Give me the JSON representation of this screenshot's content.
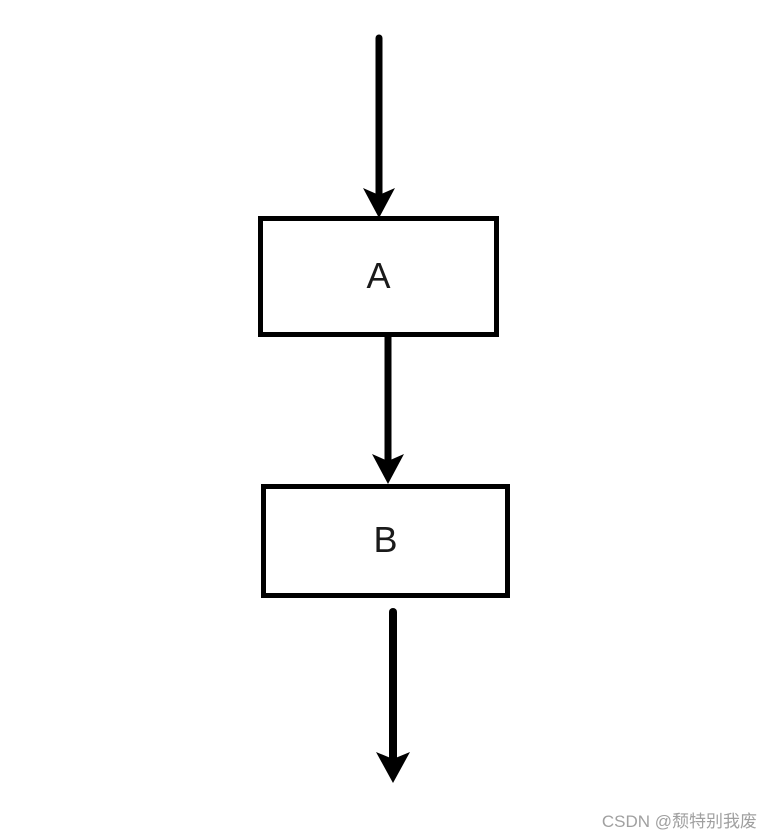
{
  "diagram": {
    "type": "flowchart",
    "direction": "top-down",
    "nodes": [
      {
        "id": "A",
        "label": "A",
        "shape": "rectangle"
      },
      {
        "id": "B",
        "label": "B",
        "shape": "rectangle"
      }
    ],
    "edges": [
      {
        "from": "start",
        "to": "A",
        "style": "solid-arrow"
      },
      {
        "from": "A",
        "to": "B",
        "style": "solid-arrow"
      },
      {
        "from": "B",
        "to": "end",
        "style": "solid-arrow"
      }
    ],
    "colors": {
      "stroke": "#000000",
      "node_fill": "#ffffff",
      "background": "#ffffff"
    }
  },
  "watermark": {
    "text": "CSDN @颓特别我废",
    "color": "#a0a0a0"
  }
}
